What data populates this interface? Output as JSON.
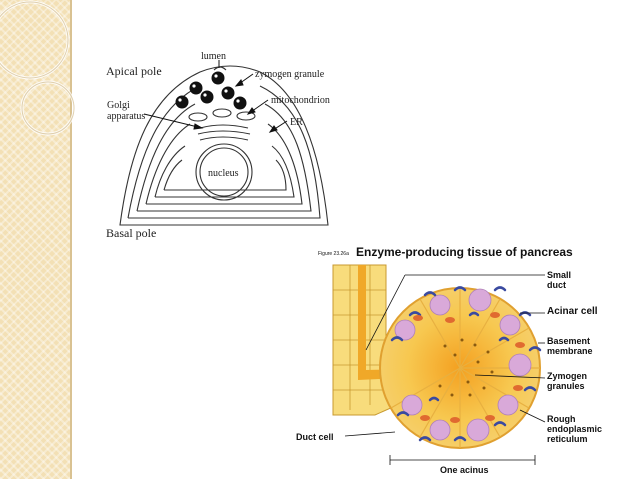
{
  "cell_diagram": {
    "apical_pole": "Apical pole",
    "basal_pole": "Basal pole",
    "lumen": "lumen",
    "zymogen_granule": "zymogen granule",
    "mitochondrion": "mitochondrion",
    "golgi_line1": "Golgi",
    "golgi_line2": "apparatus",
    "er": "ER",
    "nucleus": "nucleus"
  },
  "figure": {
    "number": "Figure 23.26a",
    "title": "Enzyme-producing tissue of pancreas",
    "labels": {
      "small_duct_1": "Small",
      "small_duct_2": "duct",
      "acinar_cell": "Acinar cell",
      "basement_1": "Basement",
      "basement_2": "membrane",
      "zymogen_1": "Zymogen",
      "zymogen_2": "granules",
      "rough_1": "Rough",
      "rough_2": "endoplasmic",
      "rough_3": "reticulum",
      "duct_cell": "Duct cell",
      "one_acinus": "One acinus"
    }
  },
  "colors": {
    "sidebar": "#f3e0b5",
    "duct": "#f0b840",
    "cell_fill": "#fbe08a",
    "nucleus": "#d8a8d8",
    "er": "#3a4aa0",
    "mito": "#e06a30"
  }
}
